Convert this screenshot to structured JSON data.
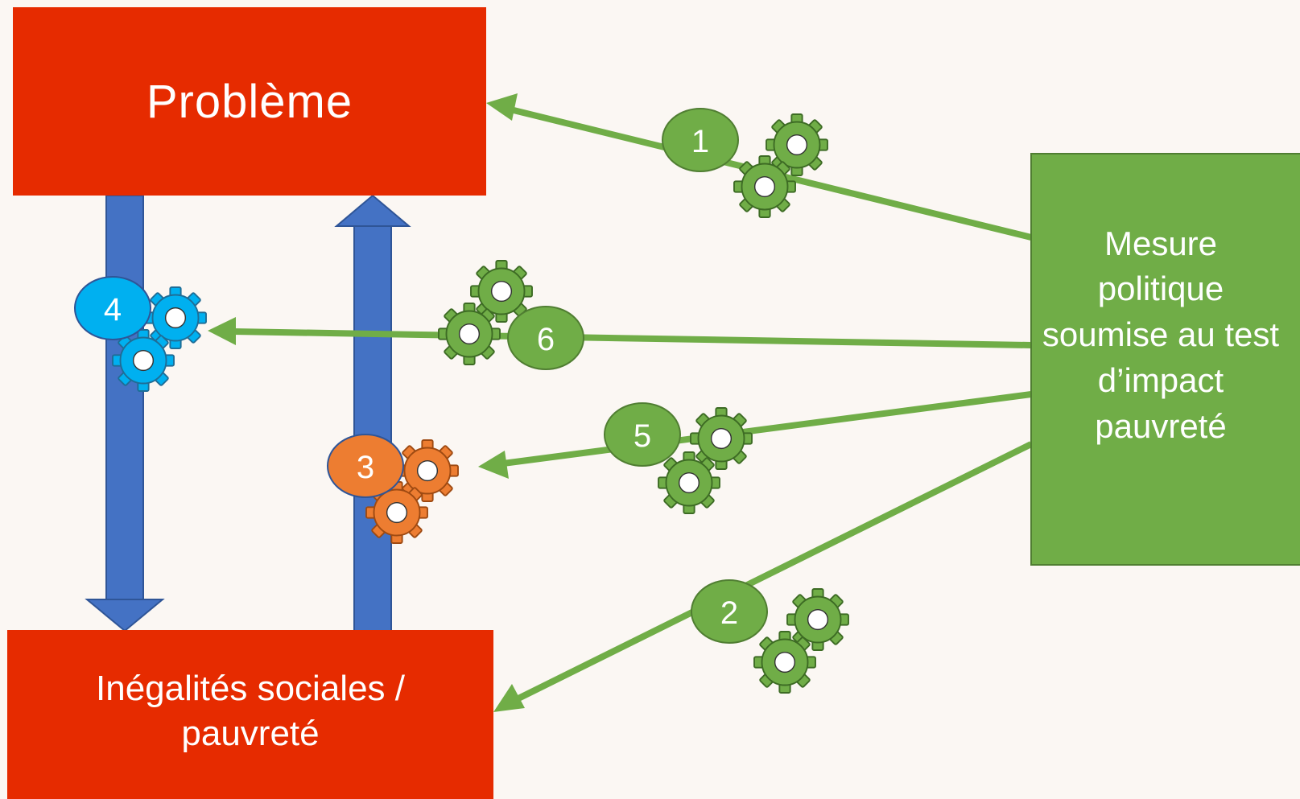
{
  "problem_box": {
    "label": "Problème"
  },
  "inequality_box": {
    "label": "Inégalités sociales / pauvreté"
  },
  "policy_box": {
    "label": "Mesure politique soumise au test d’impact pauvreté"
  },
  "badges": {
    "one": "1",
    "two": "2",
    "three": "3",
    "four": "4",
    "five": "5",
    "six": "6"
  },
  "colors": {
    "red": "#e62b00",
    "green": "#70ad47",
    "blue_arrow": "#4472c4",
    "cyan": "#00b0f0",
    "orange": "#ed7d31"
  }
}
